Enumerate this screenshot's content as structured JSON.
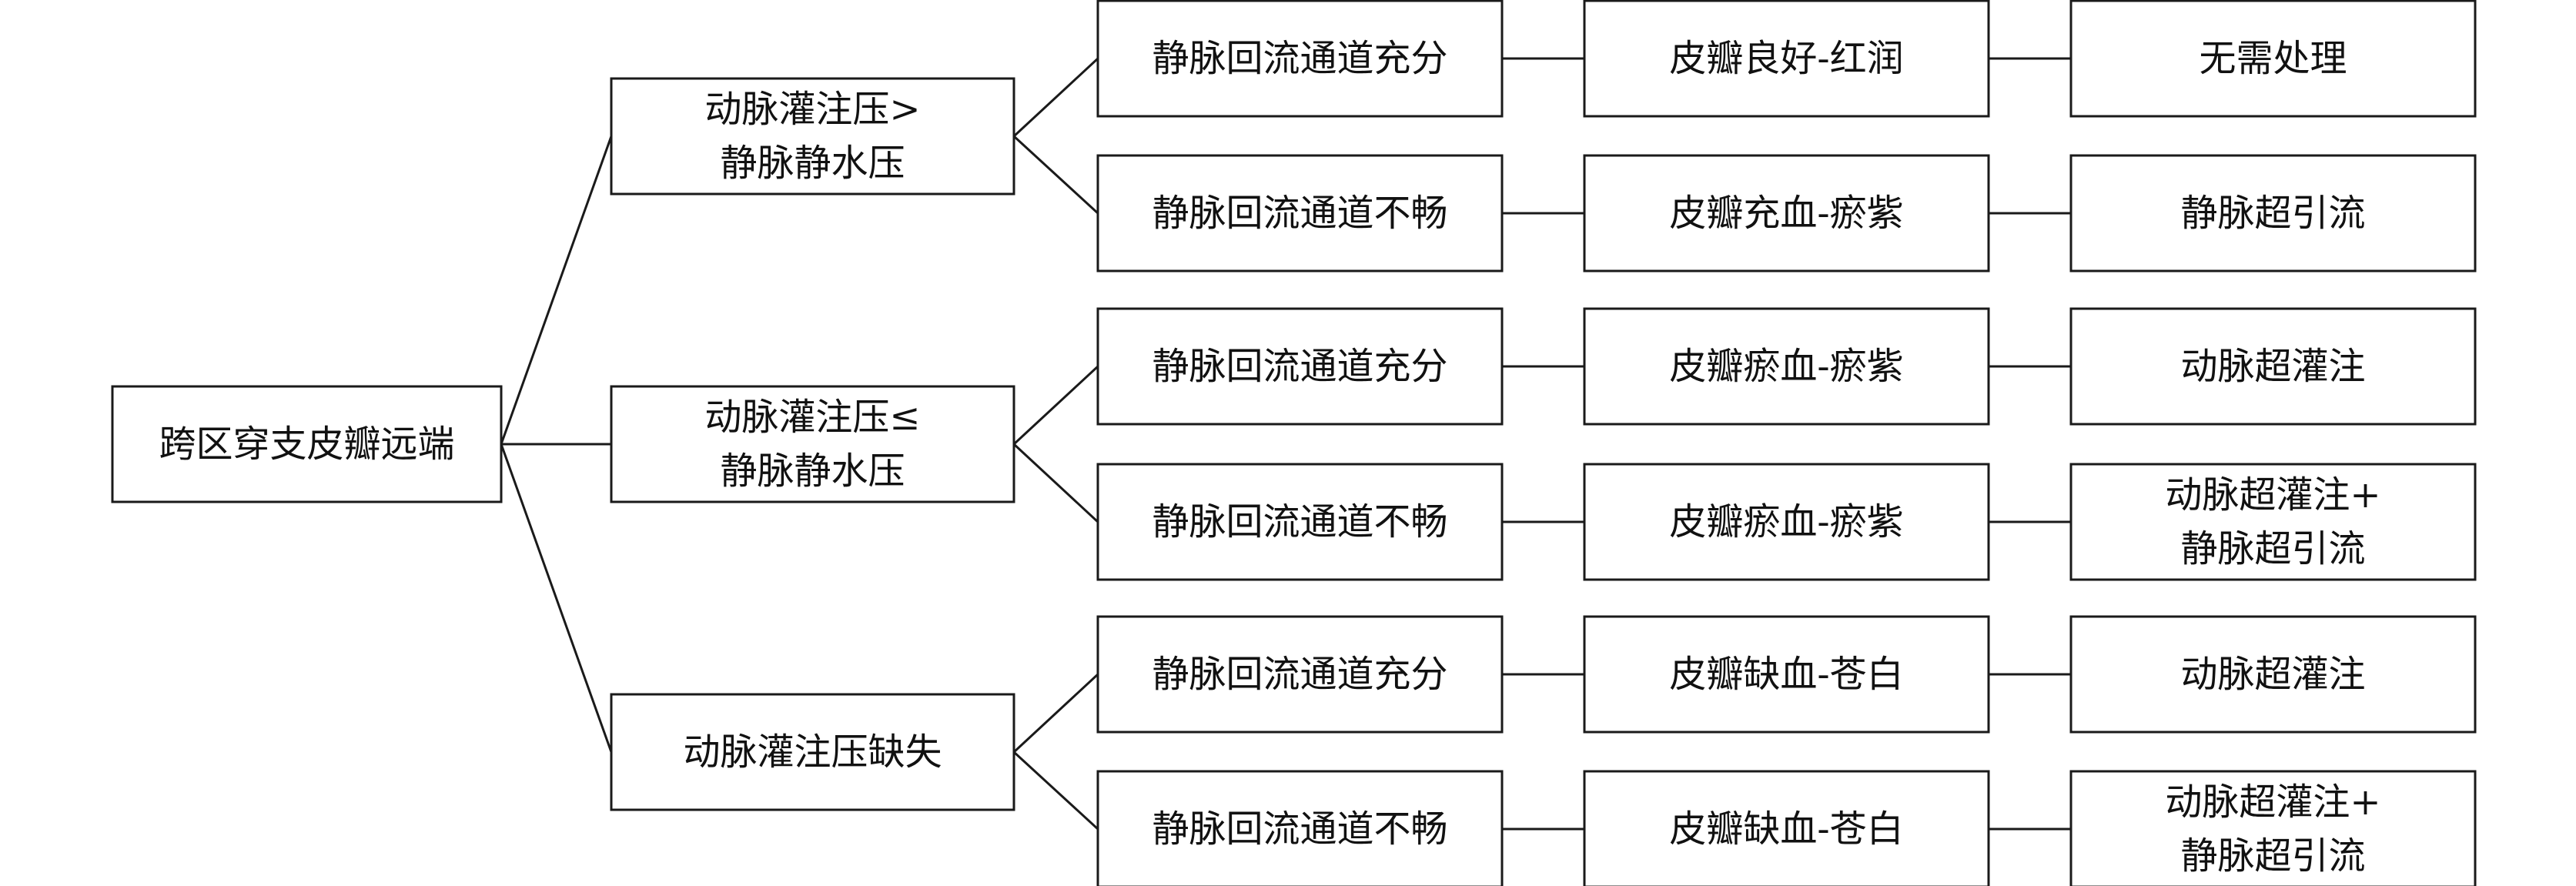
{
  "root": {
    "label": [
      "跨区穿支皮瓣远端"
    ]
  },
  "branches": [
    {
      "label": [
        "动脉灌注压>",
        "静脉静水压"
      ],
      "children": [
        {
          "venous": [
            "静脉回流通道充分"
          ],
          "flap": [
            "皮瓣良好-红润"
          ],
          "treatment": [
            "无需处理"
          ]
        },
        {
          "venous": [
            "静脉回流通道不畅"
          ],
          "flap": [
            "皮瓣充血-瘀紫"
          ],
          "treatment": [
            "静脉超引流"
          ]
        }
      ]
    },
    {
      "label": [
        "动脉灌注压≤",
        "静脉静水压"
      ],
      "children": [
        {
          "venous": [
            "静脉回流通道充分"
          ],
          "flap": [
            "皮瓣瘀血-瘀紫"
          ],
          "treatment": [
            "动脉超灌注"
          ]
        },
        {
          "venous": [
            "静脉回流通道不畅"
          ],
          "flap": [
            "皮瓣瘀血-瘀紫"
          ],
          "treatment": [
            "动脉超灌注+",
            "静脉超引流"
          ]
        }
      ]
    },
    {
      "label": [
        "动脉灌注压缺失"
      ],
      "children": [
        {
          "venous": [
            "静脉回流通道充分"
          ],
          "flap": [
            "皮瓣缺血-苍白"
          ],
          "treatment": [
            "动脉超灌注"
          ]
        },
        {
          "venous": [
            "静脉回流通道不畅"
          ],
          "flap": [
            "皮瓣缺血-苍白"
          ],
          "treatment": [
            "动脉超灌注+",
            "静脉超引流"
          ]
        }
      ]
    }
  ],
  "colors": {
    "stroke": "#1a1a1a",
    "text": "#111111",
    "background": "#ffffff"
  }
}
